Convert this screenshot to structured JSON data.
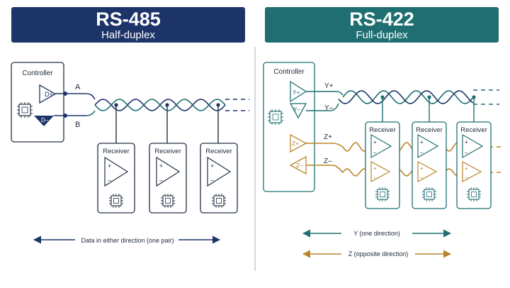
{
  "colors": {
    "navy": "#1d3468",
    "teal": "#1f6f72",
    "amber": "#b9852b",
    "dark": "#233044"
  },
  "left": {
    "title": "RS-485",
    "subtitle": "Half-duplex",
    "controller_label": "Controller",
    "driver_labels": [
      "D+",
      "D–"
    ],
    "line_labels": [
      "A",
      "B"
    ],
    "receiver_label": "Receiver",
    "receiver_pin_plus": "+",
    "receiver_pin_minus": "–",
    "caption": "Data in either direction (one pair)"
  },
  "right": {
    "title": "RS-422",
    "subtitle": "Full-duplex",
    "controller_label": "Controller",
    "driver_labels": [
      "Y+",
      "Y–",
      "Z+",
      "Z–"
    ],
    "line_labels": [
      "Y+",
      "Y–",
      "Z+",
      "Z–"
    ],
    "receiver_label": "Receiver",
    "receiver_pin_plus": "+",
    "receiver_pin_minus": "–",
    "caption_y": "Y (one direction)",
    "caption_z": "Z (opposite direction)"
  }
}
